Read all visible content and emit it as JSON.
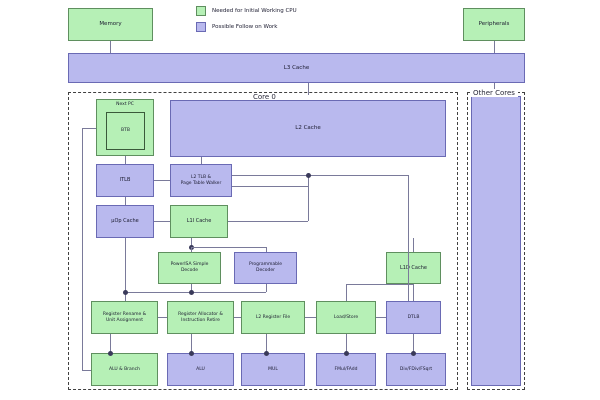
{
  "legend": {
    "items": [
      {
        "label": "Needed for Initial Working CPU",
        "color": "#b6f0b6",
        "swatch": "green"
      },
      {
        "label": "Possible Follow on Work",
        "color": "#b9b9ee",
        "swatch": "purple"
      }
    ]
  },
  "top": {
    "memory": "Memory",
    "peripherals": "Peripherals",
    "l3_cache": "L3 Cache"
  },
  "groups": {
    "core0": "Core 0",
    "other_cores": "Other Cores"
  },
  "blocks": {
    "next_pc": "Next PC",
    "btb": "BTB",
    "l2_cache": "L2 Cache",
    "itlb": "ITLB",
    "l2_tlb": "L2 TLB &\nPage Table Walker",
    "uop_cache": "μOp Cache",
    "l1i_cache": "L1I Cache",
    "powerisa_decode": "PowerISA Simple\nDecode",
    "programmable_decoder": "Programmable\nDecoder",
    "l1d_cache": "L1D Cache",
    "register_rename": "Register Rename &\nUnit Assignment",
    "register_allocator": "Register Allocator &\nInstruction Retire",
    "l2_register_file": "L2 Register File",
    "load_store": "Load/Store",
    "dtlb": "DTLB",
    "alu_branch": "ALU & Branch",
    "alu": "ALU",
    "mul": "MUL",
    "fmul_fadd": "FMul/FAdd",
    "div_fdiv_fsqrt": "Div/FDiv/FSqrt"
  },
  "colors": {
    "initial": "#b6f0b6",
    "followon": "#b9b9ee",
    "wire": "#7a7a9a",
    "group_border": "#404040"
  }
}
